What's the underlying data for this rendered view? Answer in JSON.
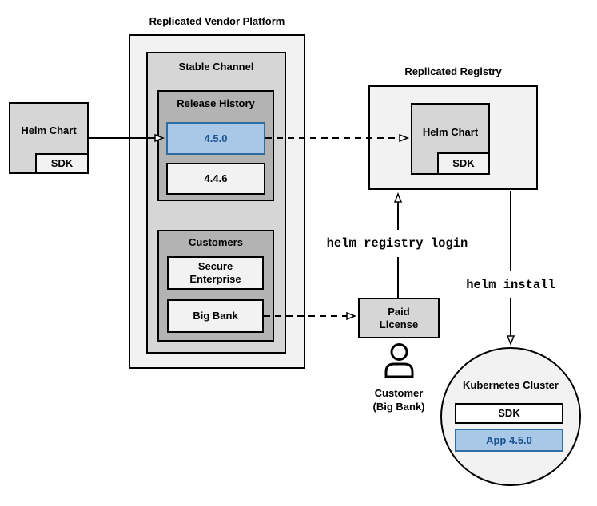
{
  "vendor_platform": {
    "title": "Replicated Vendor Platform",
    "stable_channel_label": "Stable Channel",
    "release_history": {
      "label": "Release History",
      "releases": [
        {
          "version": "4.5.0",
          "highlighted": true
        },
        {
          "version": "4.4.6",
          "highlighted": false
        }
      ]
    },
    "customers": {
      "label": "Customers",
      "items": [
        {
          "name": "Secure Enterprise"
        },
        {
          "name": "Big Bank"
        }
      ]
    }
  },
  "source_chart": {
    "label": "Helm Chart",
    "sdk": "SDK"
  },
  "registry": {
    "title": "Replicated Registry",
    "chart_label": "Helm Chart",
    "sdk": "SDK"
  },
  "license": {
    "label": "Paid License"
  },
  "customer": {
    "name": "Customer",
    "detail": "(Big Bank)"
  },
  "commands": {
    "login": "helm registry login",
    "install": "helm install"
  },
  "cluster": {
    "title": "Kubernetes Cluster",
    "sdk": "SDK",
    "app": "App 4.5.0"
  },
  "colors": {
    "highlight_fill": "#A9C8E8",
    "highlight_border": "#2E6DA4",
    "highlight_text": "#1A5290",
    "container_light": "#F2F2F2",
    "container_mid": "#D6D6D6",
    "container_dark": "#B3B3B3"
  }
}
